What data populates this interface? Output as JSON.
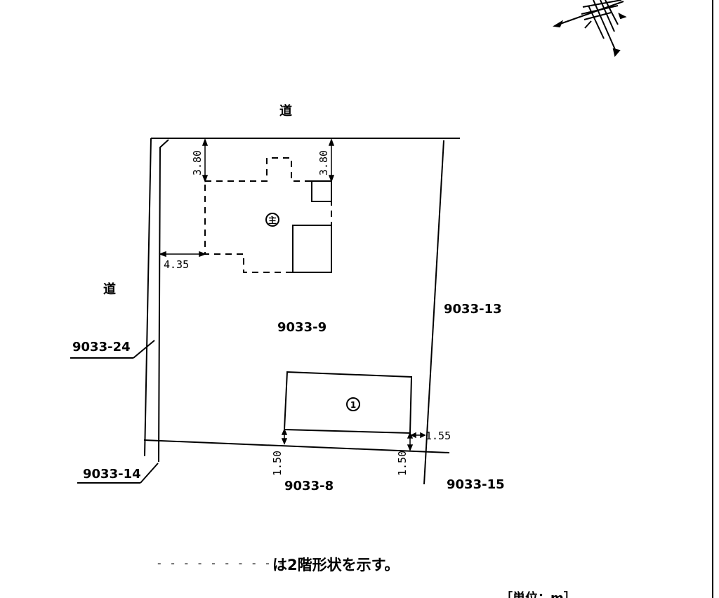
{
  "roads": {
    "north": "道",
    "west": "道"
  },
  "parcels": {
    "main": "9033-9",
    "east": "9033-13",
    "west": "9033-24",
    "southwest": "9033-14",
    "south": "9033-8",
    "southeast": "9033-15"
  },
  "buildings": {
    "main_symbol": "主",
    "annex_symbol": "1"
  },
  "dimensions": {
    "north_left": "3.80",
    "north_right": "3.80",
    "west": "4.35",
    "south_left": "1.50",
    "south_right": "1.50",
    "east_annex": "1.55"
  },
  "legend": {
    "line_sample": "- - - - - - - - - -",
    "text": "は2階形状を示す。"
  },
  "unit": "［単位：m］"
}
